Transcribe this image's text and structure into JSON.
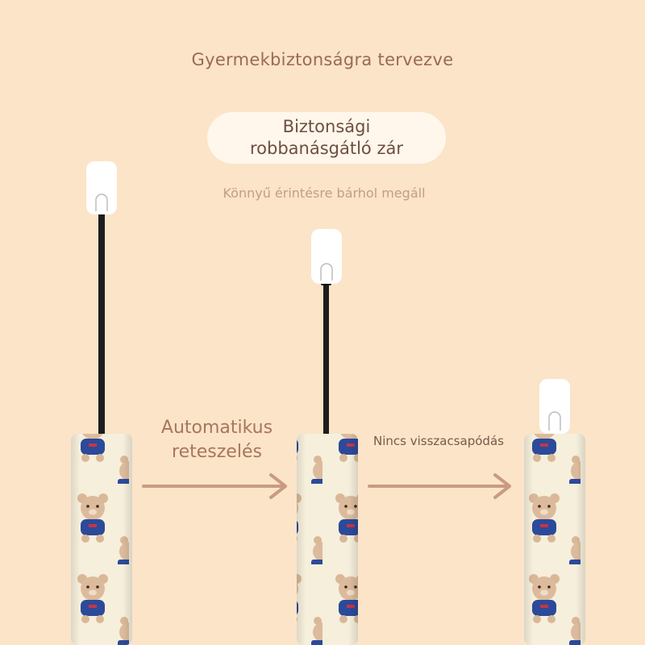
{
  "header": {
    "title": "Gyermekbiztonságra tervezve"
  },
  "feature": {
    "line1": "Biztonsági",
    "line2": "robbanásgátló zár",
    "subtitle": "Könnyű érintésre bárhol megáll"
  },
  "steps": {
    "step1_line1": "Automatikus",
    "step1_line2": "reteszelés",
    "step2": "Nincs visszacsapódás"
  },
  "colors": {
    "background": "#fbe4c8",
    "arrow": "#c89b80",
    "pill": "#fff7ec",
    "umbrella_body": "#f6efdc",
    "bear": "#d9b898",
    "sweater": "#2c4a9a"
  }
}
